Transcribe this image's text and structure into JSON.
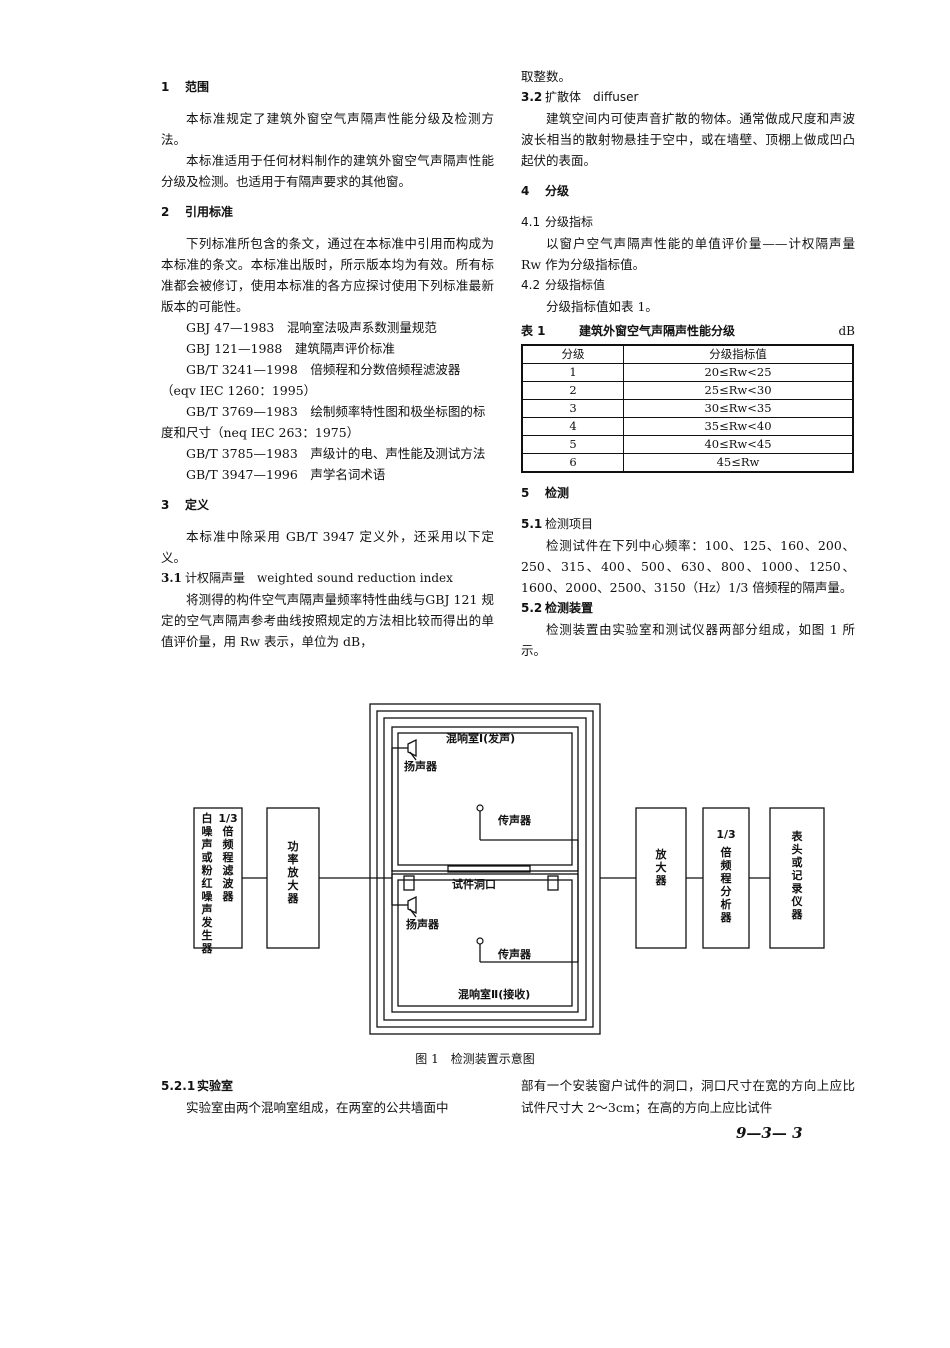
{
  "left_column": {
    "s1_num": "1",
    "s1_title": "范围",
    "s1_p1": "本标准规定了建筑外窗空气声隔声性能分级及检测方法。",
    "s1_p2": "本标准适用于任何材料制作的建筑外窗空气声隔声性能分级及检测。也适用于有隔声要求的其他窗。",
    "s2_num": "2",
    "s2_title": "引用标准",
    "s2_p1": "下列标准所包含的条文，通过在本标准中引用而构成为本标准的条文。本标准出版时，所示版本均为有效。所有标准都会被修订，使用本标准的各方应探讨使用下列标准最新版本的可能性。",
    "refs": [
      "GBJ 47—1983　混响室法吸声系数测量规范",
      "GBJ 121—1988　建筑隔声评价标准",
      "GB/T 3241—1998　倍频程和分数倍频程滤波器（eqv IEC 1260：1995）",
      "GB/T 3769—1983　绘制频率特性图和极坐标图的标度和尺寸（neq IEC 263：1975）",
      "GB/T 3785—1983　声级计的电、声性能及测试方法",
      "GB/T 3947—1996　声学名词术语"
    ],
    "s3_num": "3",
    "s3_title": "定义",
    "s3_p1": "本标准中除采用 GB/T 3947 定义外，还采用以下定义。",
    "s31_num": "3.1",
    "s31_title": "计权隔声量　weighted sound reduction index",
    "s31_p1": "将测得的构件空气声隔声量频率特性曲线与GBJ 121 规定的空气声隔声参考曲线按照规定的方法相比较而得出的单值评价量，用 Rw 表示，单位为 dB，"
  },
  "right_column": {
    "cont": "取整数。",
    "s32_num": "3.2",
    "s32_title": "扩散体　diffuser",
    "s32_p1": "建筑空间内可使声音扩散的物体。通常做成尺度和声波波长相当的散射物悬挂于空中，或在墙壁、顶棚上做成凹凸起伏的表面。",
    "s4_num": "4",
    "s4_title": "分级",
    "s41_num": "4.1",
    "s41_title": "分级指标",
    "s41_p1": "以窗户空气声隔声性能的单值评价量——计权隔声量 Rw 作为分级指标值。",
    "s42_num": "4.2",
    "s42_title": "分级指标值",
    "s42_p1": "分级指标值如表 1。",
    "table_no": "表 1",
    "table_title": "建筑外窗空气声隔声性能分级",
    "table_unit": "dB",
    "table_h1": "分级",
    "table_h2": "分级指标值",
    "table_rows": [
      {
        "grade": "1",
        "value": "20≤Rw<25"
      },
      {
        "grade": "2",
        "value": "25≤Rw<30"
      },
      {
        "grade": "3",
        "value": "30≤Rw<35"
      },
      {
        "grade": "4",
        "value": "35≤Rw<40"
      },
      {
        "grade": "5",
        "value": "40≤Rw<45"
      },
      {
        "grade": "6",
        "value": "45≤Rw"
      }
    ],
    "s5_num": "5",
    "s5_title": "检测",
    "s51_num": "5.1",
    "s51_title": "检测项目",
    "s51_p1": "检测试件在下列中心频率：100、125、160、200、250、315、400、500、630、800、1000、1250、1600、2000、2500、3150（Hz）1/3 倍频程的隔声量。",
    "s52_num": "5.2",
    "s52_title": "检测装置",
    "s52_p1": "检测装置由实验室和测试仪器两部分组成，如图 1 所示。"
  },
  "figure": {
    "noise_gen": "白噪声或粉红噪声发生器",
    "filter": "1/3倍频程滤波器",
    "power_amp": "功率放大器",
    "room1": "混响室Ⅰ(发声)",
    "room2": "混响室Ⅱ(接收)",
    "speaker1": "扬声器",
    "speaker2": "扬声器",
    "mic1": "传声器",
    "mic2": "传声器",
    "opening": "试件洞口",
    "amplifier": "放大器",
    "analyzer_top": "1/3",
    "analyzer": "倍频程分析器",
    "recorder": "表头或记录仪器",
    "caption": "图 1　检测装置示意图"
  },
  "bottom": {
    "s521_num": "5.2.1",
    "s521_title": "实验室",
    "left_p": "实验室由两个混响室组成，在两室的公共墙面中",
    "right_p": "部有一个安装窗户试件的洞口，洞口尺寸在宽的方向上应比试件尺寸大 2～3cm；在高的方向上应比试件",
    "page": "9—3— 3"
  }
}
